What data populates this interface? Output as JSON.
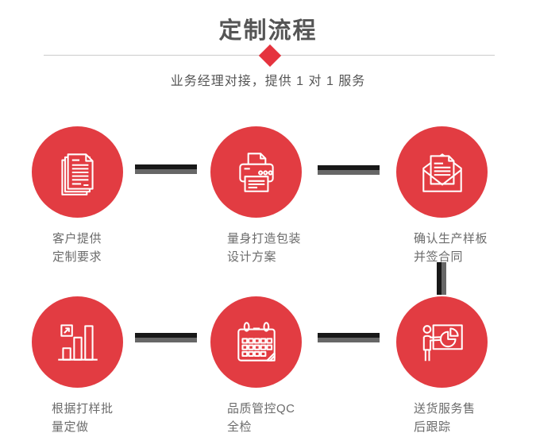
{
  "header": {
    "title": "定制流程",
    "subtitle": "业务经理对接，提供 1 对 1 服务"
  },
  "steps": [
    {
      "icon": "documents-icon",
      "line1": "客户提供",
      "line2": "定制要求"
    },
    {
      "icon": "printer-icon",
      "line1": "量身打造包装",
      "line2": "设计方案"
    },
    {
      "icon": "envelope-icon",
      "line1": "确认生产样板",
      "line2": "并签合同"
    },
    {
      "icon": "bar-chart-icon",
      "line1": "根据打样批",
      "line2": "量定做"
    },
    {
      "icon": "calendar-icon",
      "line1": "品质管控QC",
      "line2": "全检"
    },
    {
      "icon": "presentation-icon",
      "line1": "送货服务售",
      "line2": "后跟踪"
    }
  ],
  "colors": {
    "circle_red": "#e23c42",
    "diamond_red": "#e5333e",
    "connector_dark": "#181818",
    "connector_gray": "#676767",
    "title_gray": "#555555",
    "label_gray": "#6b6b6b",
    "divider_gray": "#cccccc"
  }
}
